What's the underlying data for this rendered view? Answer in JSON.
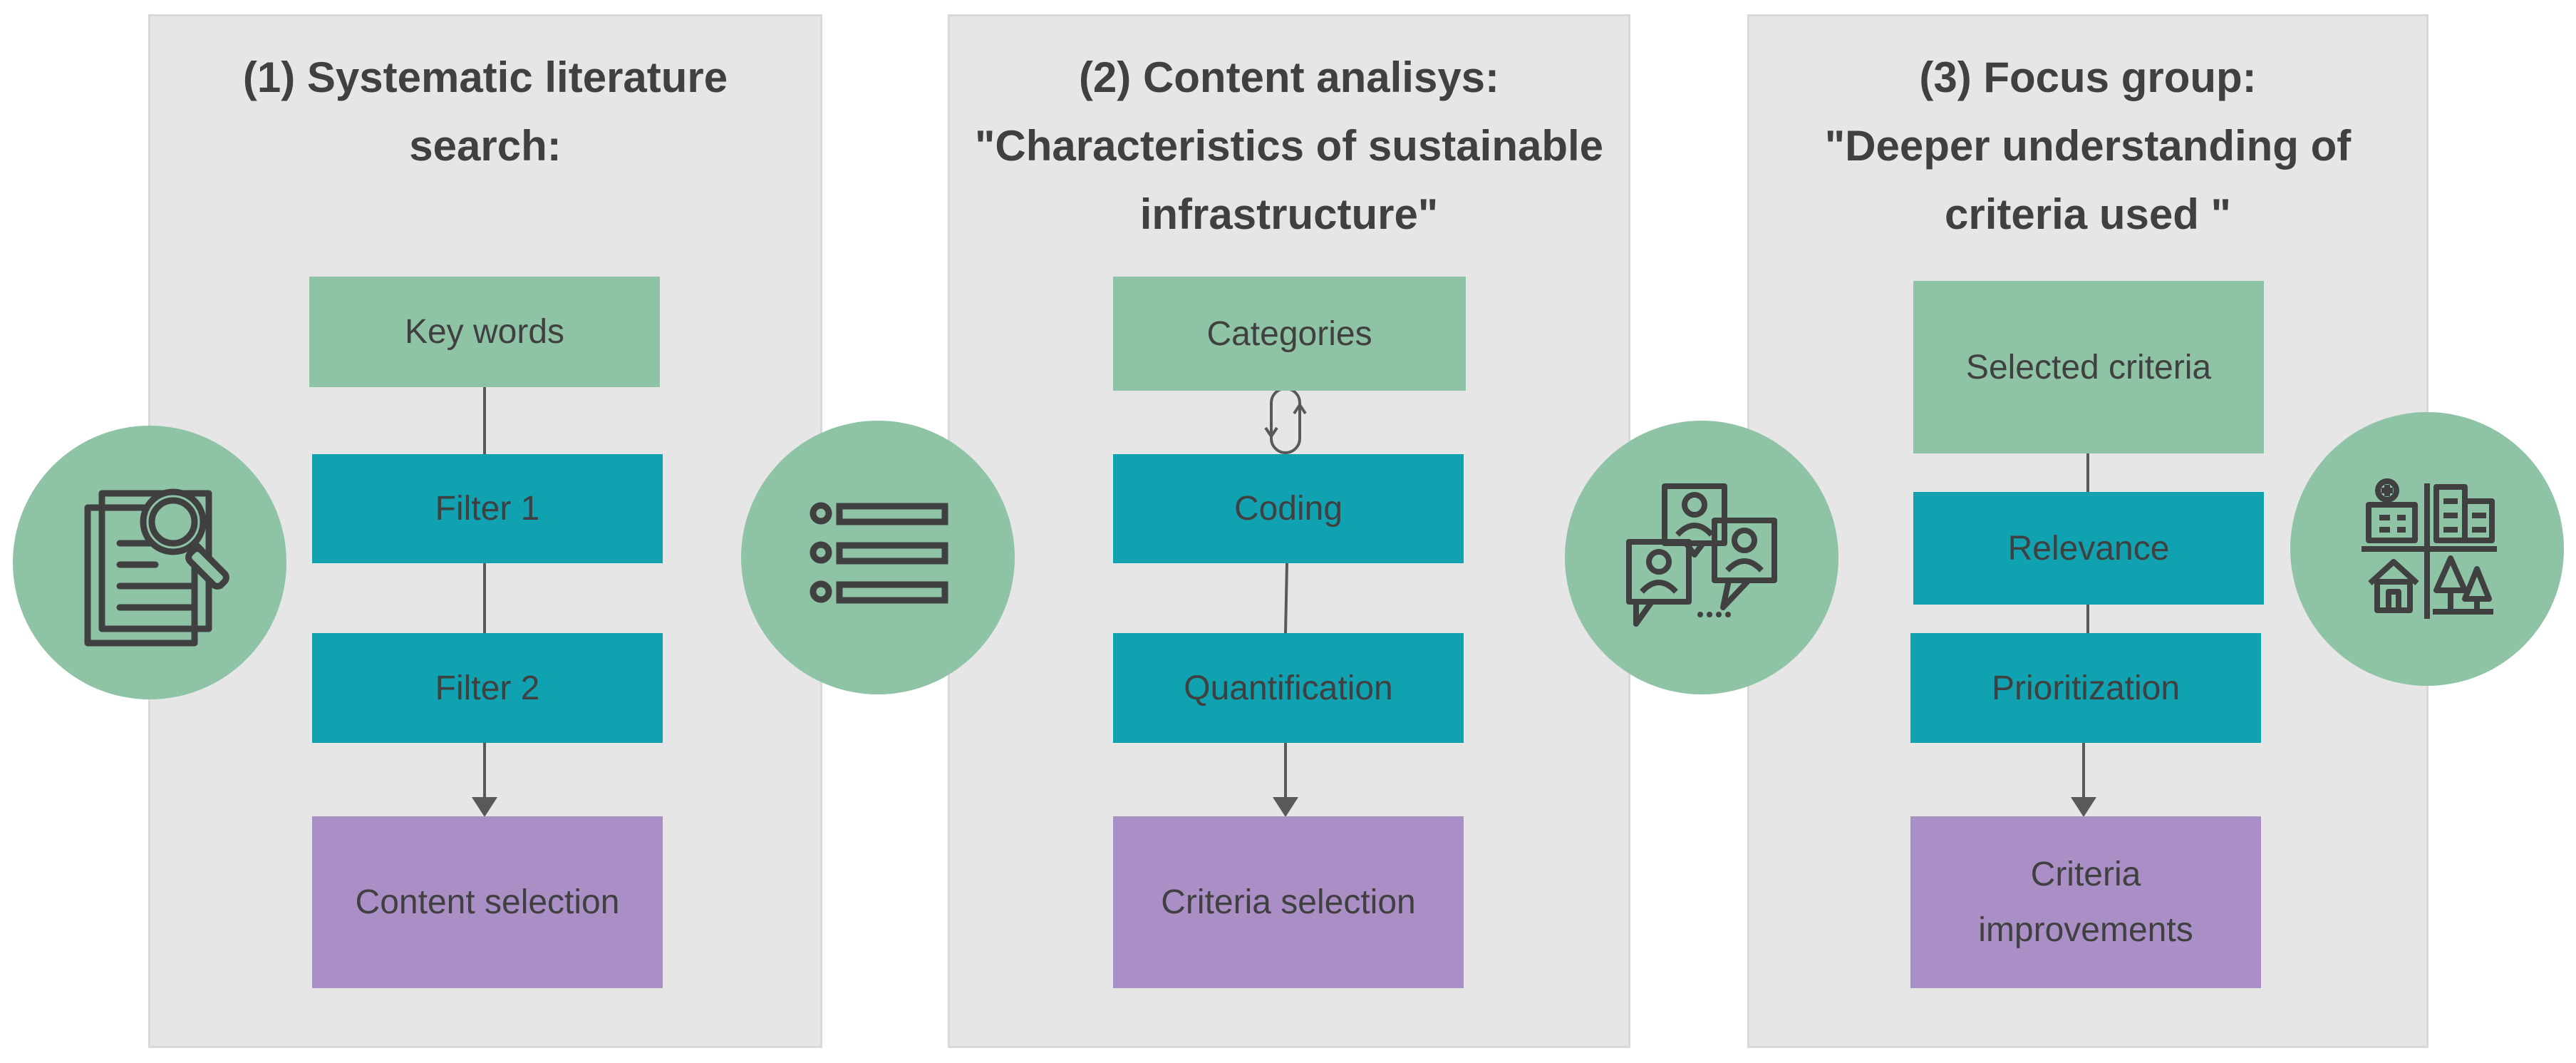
{
  "panels": [
    {
      "title": "(1) Systematic literature search:",
      "title_lines": [
        "(1) Systematic literature",
        "search:"
      ],
      "boxes": [
        "Key words",
        "Filter 1",
        "Filter 2",
        "Content selection"
      ]
    },
    {
      "title": "(2) Content analisys: \"Characteristics of sustainable infrastructure\"",
      "title_lines": [
        "(2) Content analisys:",
        "\"Characteristics of sustainable",
        "infrastructure\""
      ],
      "boxes": [
        "Categories",
        "Coding",
        "Quantification",
        "Criteria selection"
      ]
    },
    {
      "title": "(3) Focus group: \"Deeper understanding of criteria used \"",
      "title_lines": [
        "(3) Focus group:",
        "\"Deeper understanding of",
        "criteria used \""
      ],
      "boxes": [
        "Selected criteria",
        "Relevance",
        "Prioritization",
        "Criteria improvements"
      ],
      "last_box_lines": [
        "Criteria",
        "improvements"
      ]
    }
  ],
  "icons": [
    "document-search-icon",
    "list-icon",
    "discussion-group-icon",
    "city-buildings-icon"
  ],
  "colors": {
    "panel": "#e6e6e6",
    "green": "#8fc3a6",
    "teal": "#10a2b0",
    "purple": "#aa8fc7",
    "text": "#404040",
    "connector": "#595959"
  }
}
